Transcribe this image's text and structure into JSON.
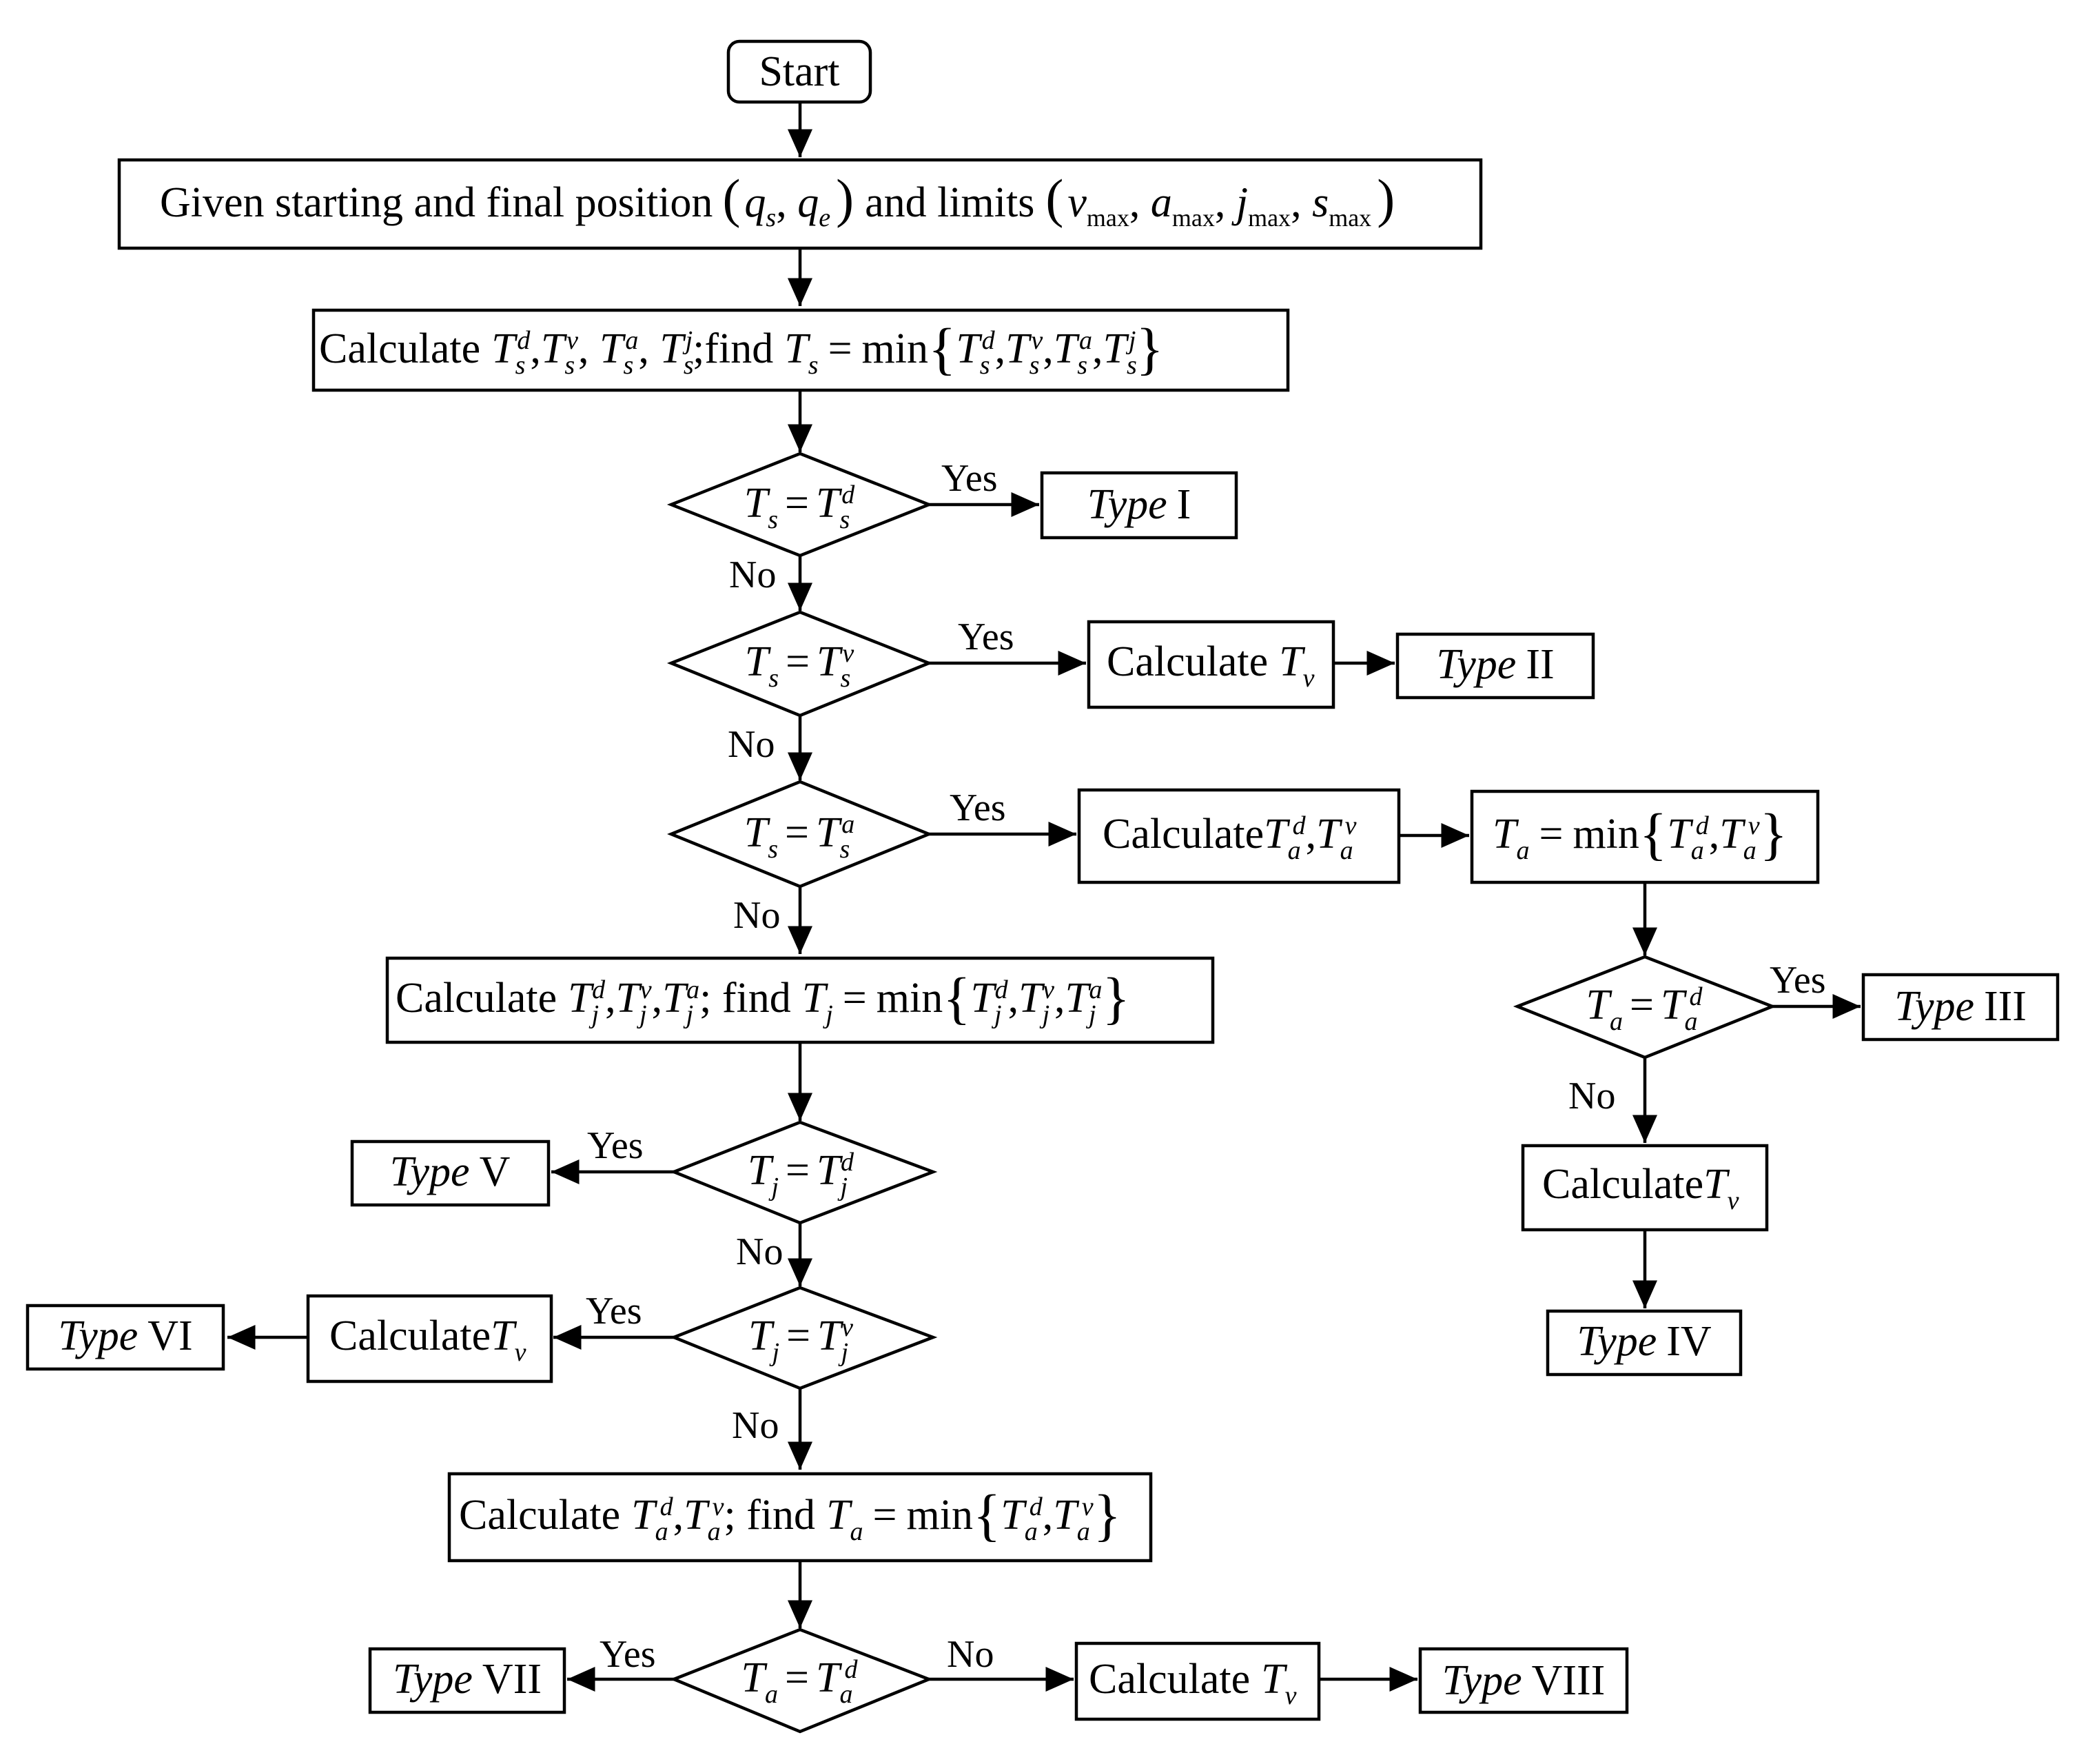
{
  "nodes": {
    "start": {
      "text": "Start"
    },
    "given": {
      "text": "Given starting and final position",
      "mid": "and limits"
    },
    "calc_ts": {
      "calc": "Calculate",
      "find": "find",
      "min": "min"
    },
    "d1": {
      "lhs": "T",
      "rhs": "T"
    },
    "type_i": {
      "type": "Type",
      "num": "I"
    },
    "d2": {
      "lhs": "T",
      "rhs": "T"
    },
    "calc_tv_1": {
      "text": "Calculate"
    },
    "type_ii": {
      "type": "Type",
      "num": "II"
    },
    "d3": {
      "lhs": "T",
      "rhs": "T"
    },
    "calc_tad_tav": {
      "text": "Calculate"
    },
    "ta_min": {
      "min": "min"
    },
    "d4": {
      "lhs": "T",
      "rhs": "T"
    },
    "type_iii": {
      "type": "Type",
      "num": "III"
    },
    "calc_tv_2": {
      "text": "Calculate"
    },
    "type_iv": {
      "type": "Type",
      "num": "IV"
    },
    "calc_tj": {
      "calc": "Calculate",
      "find": "find",
      "min": "min"
    },
    "d5": {
      "lhs": "T",
      "rhs": "T"
    },
    "type_v": {
      "type": "Type",
      "num": "V"
    },
    "d6": {
      "lhs": "T",
      "rhs": "T"
    },
    "calc_tv_3": {
      "text": "Calculate"
    },
    "type_vi": {
      "type": "Type",
      "num": "VI"
    },
    "calc_ta": {
      "calc": "Calculate",
      "find": "find",
      "min": "min"
    },
    "d7": {
      "lhs": "T",
      "rhs": "T"
    },
    "type_vii": {
      "type": "Type",
      "num": "VII"
    },
    "calc_tv_4": {
      "text": "Calculate"
    },
    "type_viii": {
      "type": "Type",
      "num": "VIII"
    }
  },
  "edge_labels": {
    "yes": "Yes",
    "no": "No"
  },
  "colors": {
    "stroke": "#000000",
    "fill": "#ffffff"
  }
}
